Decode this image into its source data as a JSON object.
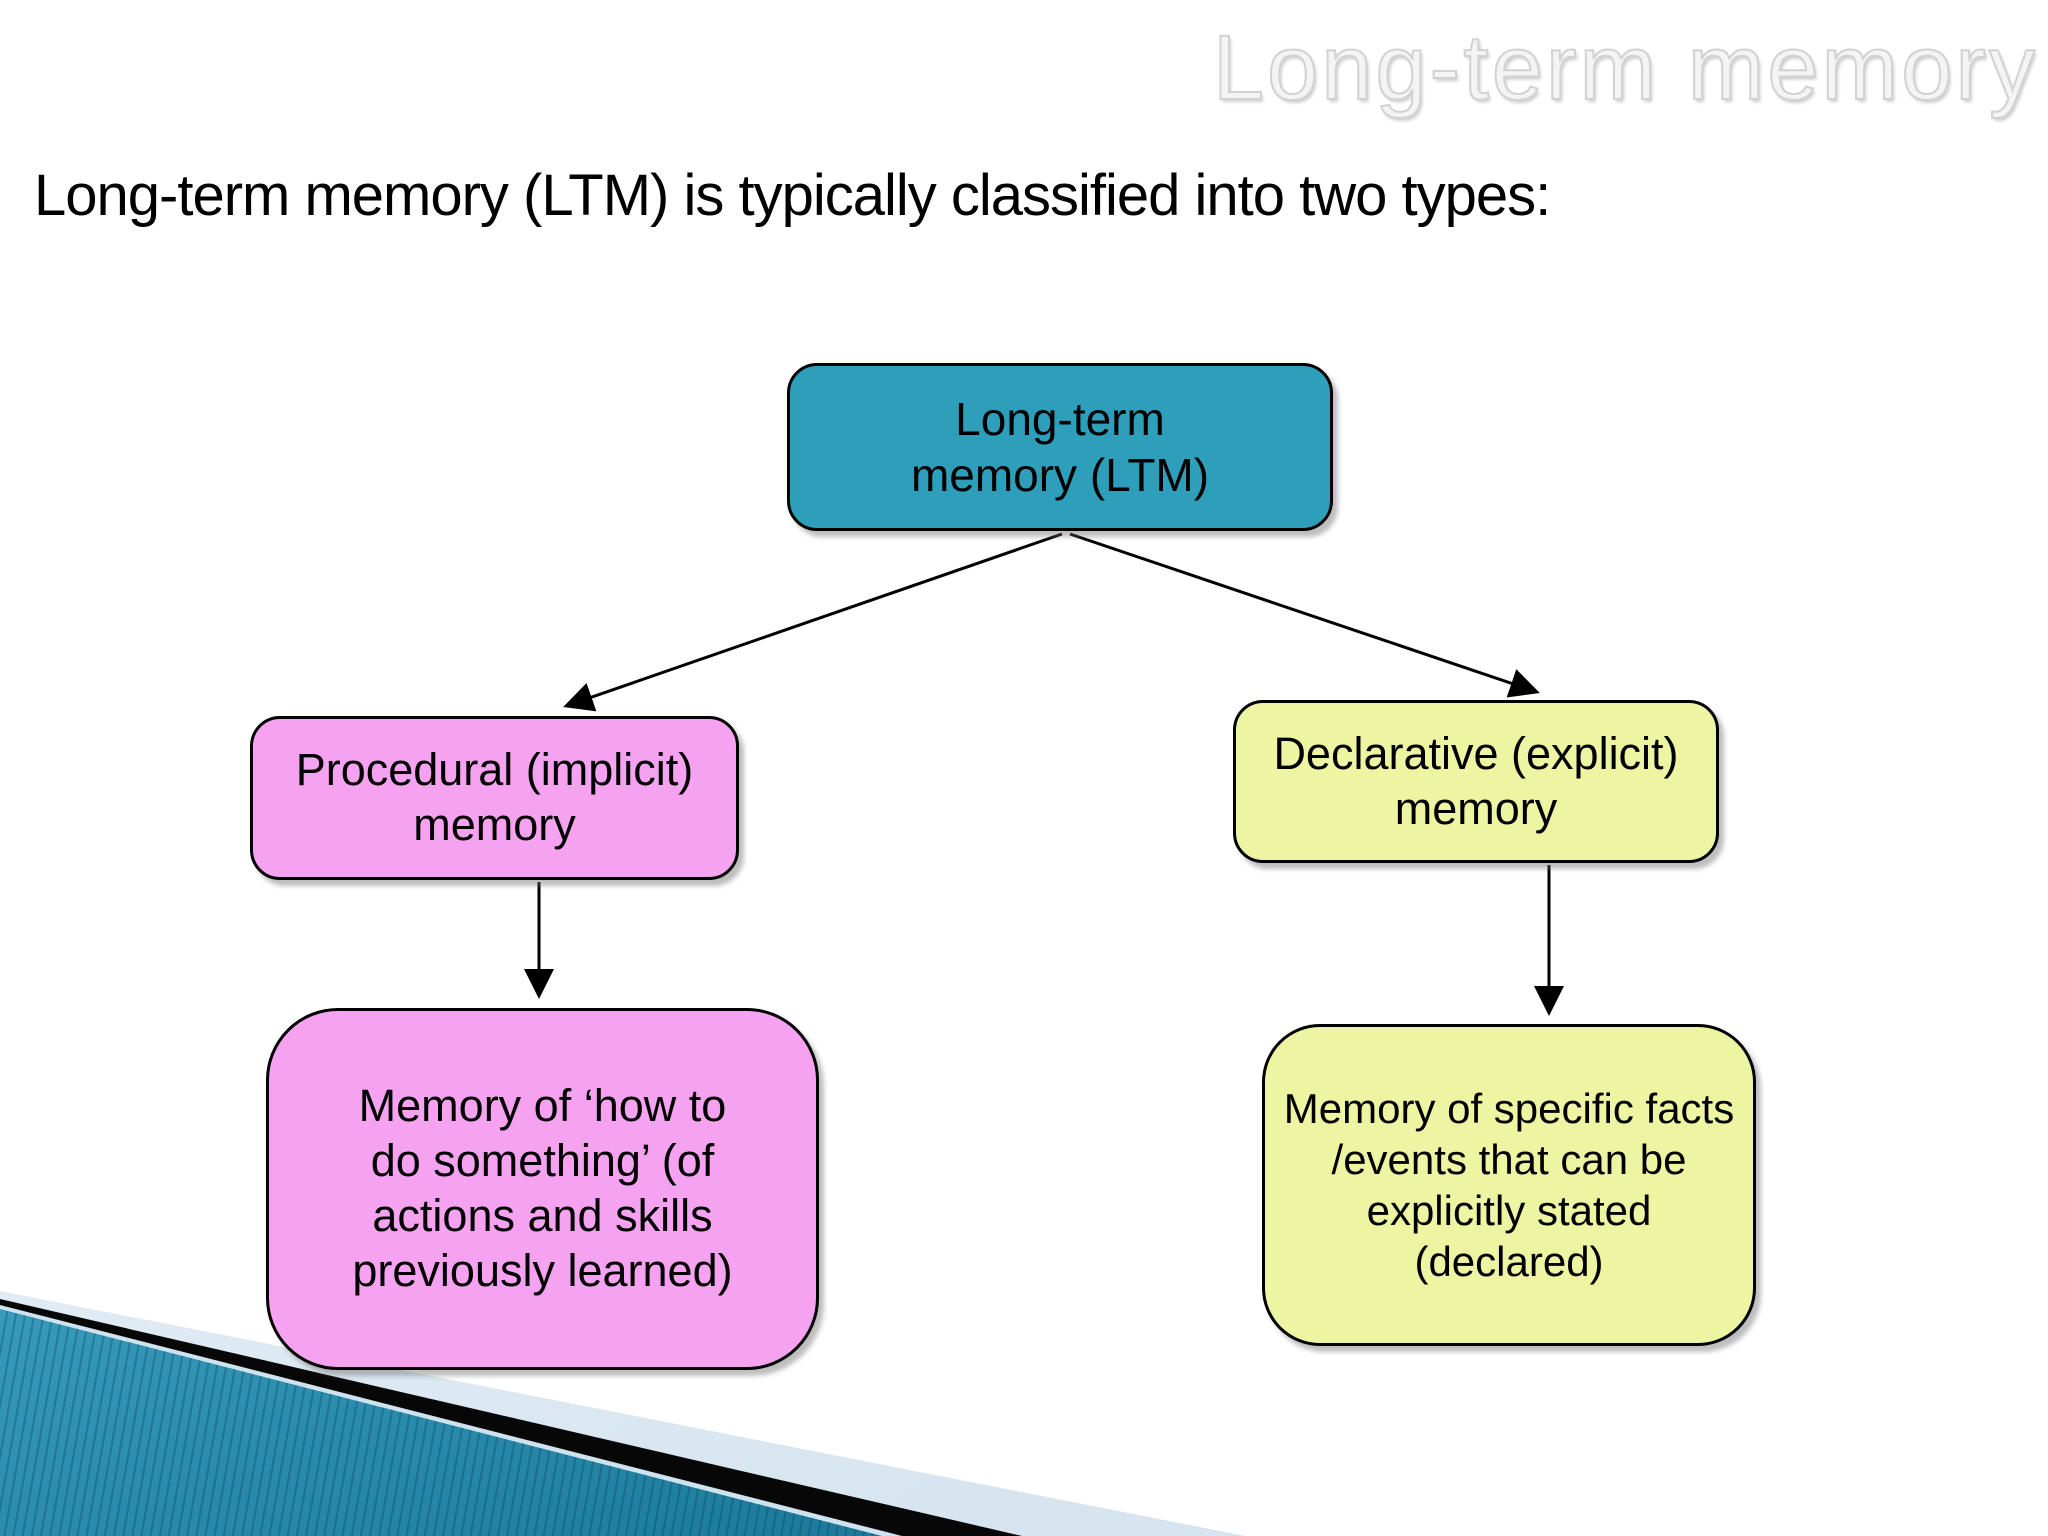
{
  "slide": {
    "title": "Long-term memory",
    "subtitle": "Long-term memory (LTM) is typically classified into two types:"
  },
  "diagram": {
    "nodes": {
      "root": {
        "label": "Long-term\nmemory (LTM)",
        "fill": "#2E9FBB"
      },
      "left": {
        "label": "Procedural (implicit)\nmemory",
        "fill": "#F5A2F0"
      },
      "right": {
        "label": "Declarative (explicit)\nmemory",
        "fill": "#EDF4A2"
      },
      "left_detail": {
        "label": "Memory of ‘how to\ndo something’ (of\nactions and skills\npreviously learned)",
        "fill": "#F5A2F0"
      },
      "right_detail": {
        "label": "Memory of specific facts\n/events that can be\nexplicitly stated\n(declared)",
        "fill": "#EDF4A2"
      }
    },
    "edges": [
      {
        "from": "root",
        "to": "left"
      },
      {
        "from": "root",
        "to": "right"
      },
      {
        "from": "left",
        "to": "left_detail"
      },
      {
        "from": "right",
        "to": "right_detail"
      }
    ]
  },
  "colors": {
    "node_border": "#000000",
    "arrow": "#000000",
    "title_gray": "#f4f4f4",
    "decoration_teal": "#2b94b6",
    "decoration_black": "#070707",
    "decoration_pale_blue": "#d5e4ef"
  }
}
